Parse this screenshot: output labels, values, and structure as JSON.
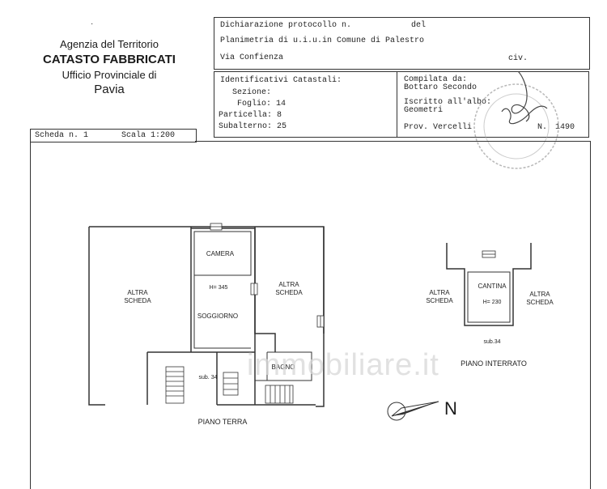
{
  "header": {
    "dot": "·",
    "agency": "Agenzia del Territorio",
    "catasto": "CATASTO FABBRICATI",
    "ufficio": "Ufficio Provinciale di",
    "provincia": "Pavia"
  },
  "protocol_box": {
    "dichiarazione": "Dichiarazione protocollo n.",
    "del": "del",
    "planimetria": "Planimetria di u.i.u.in Comune di Palestro",
    "via": "Via Confienza",
    "civ": "civ."
  },
  "identificativi": {
    "title": "Identificativi Catastali:",
    "sezione": "Sezione:",
    "foglio": "Foglio: 14",
    "particella": "Particella: 8",
    "subalterno": "Subalterno: 25"
  },
  "compilata": {
    "title": "Compilata da:",
    "name": "Bottaro Secondo",
    "iscritto": "Iscritto all'albo:",
    "albo": "Geometri",
    "prov": "Prov. Vercelli",
    "n_label": "N.",
    "n_value": "1490"
  },
  "scheda_bar": {
    "scheda": "Scheda n. 1",
    "scala": "Scala 1:200"
  },
  "plan_terra": {
    "altra_scheda_left": [
      "ALTRA",
      "SCHEDA"
    ],
    "altra_scheda_right": [
      "ALTRA",
      "SCHEDA"
    ],
    "camera": "CAMERA",
    "height": "H= 345",
    "soggiorno": "SOGGIORNO",
    "bagno": "BAGNO",
    "sub": "sub. 34",
    "caption": "PIANO TERRA"
  },
  "plan_interrato": {
    "altra_scheda_left": [
      "ALTRA",
      "SCHEDA"
    ],
    "altra_scheda_right": [
      "ALTRA",
      "SCHEDA"
    ],
    "cantina": "CANTINA",
    "height": "H= 230",
    "sub": "sub.34",
    "caption": "PIANO INTERRATO"
  },
  "north": {
    "letter": "N"
  },
  "watermark": {
    "text": "immobiliare.it"
  },
  "colors": {
    "ink": "#1a1a1a",
    "line": "#333333",
    "watermark": "#d8d8d8"
  }
}
